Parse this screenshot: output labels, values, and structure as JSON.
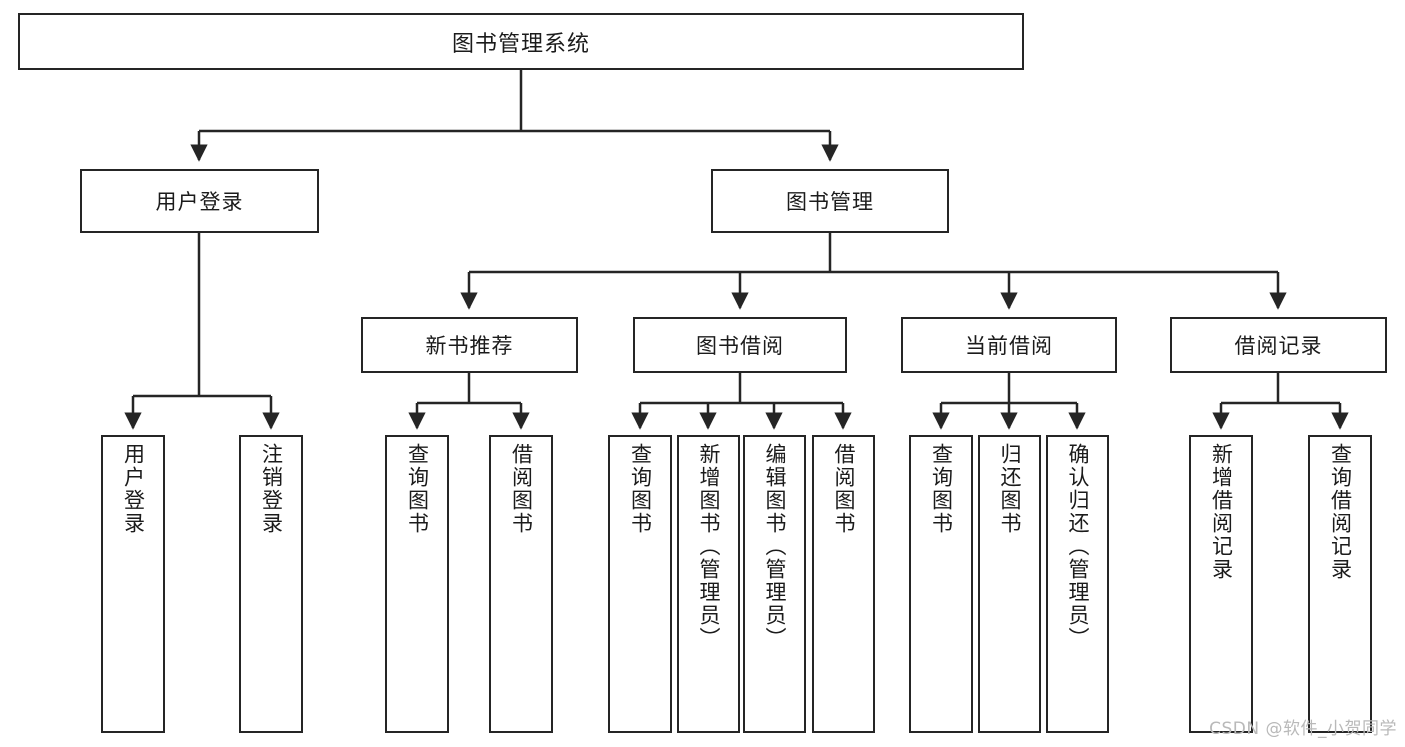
{
  "diagram": {
    "title": "图书管理系统",
    "watermark": "CSDN @软件_小贺同学",
    "line_color": "#252525",
    "box_fill": "#ffffff",
    "text_color": "#1b1b1b",
    "background": "#ffffff",
    "root": {
      "label": "图书管理系统"
    },
    "level2": [
      {
        "label": "用户登录"
      },
      {
        "label": "图书管理"
      }
    ],
    "level3": [
      {
        "label": "新书推荐"
      },
      {
        "label": "图书借阅"
      },
      {
        "label": "当前借阅"
      },
      {
        "label": "借阅记录"
      }
    ],
    "leaves": {
      "user_login": [
        {
          "label": "用户登录"
        },
        {
          "label": "注销登录"
        }
      ],
      "new_book_recommend": [
        {
          "label": "查询图书"
        },
        {
          "label": "借阅图书"
        }
      ],
      "book_borrow": [
        {
          "label": "查询图书"
        },
        {
          "label": "新增图书（管理员）"
        },
        {
          "label": "编辑图书（管理员）"
        },
        {
          "label": "借阅图书"
        }
      ],
      "current_borrow": [
        {
          "label": "查询图书"
        },
        {
          "label": "归还图书"
        },
        {
          "label": "确认归还（管理员）"
        }
      ],
      "borrow_record": [
        {
          "label": "新增借阅记录"
        },
        {
          "label": "查询借阅记录"
        }
      ]
    }
  }
}
